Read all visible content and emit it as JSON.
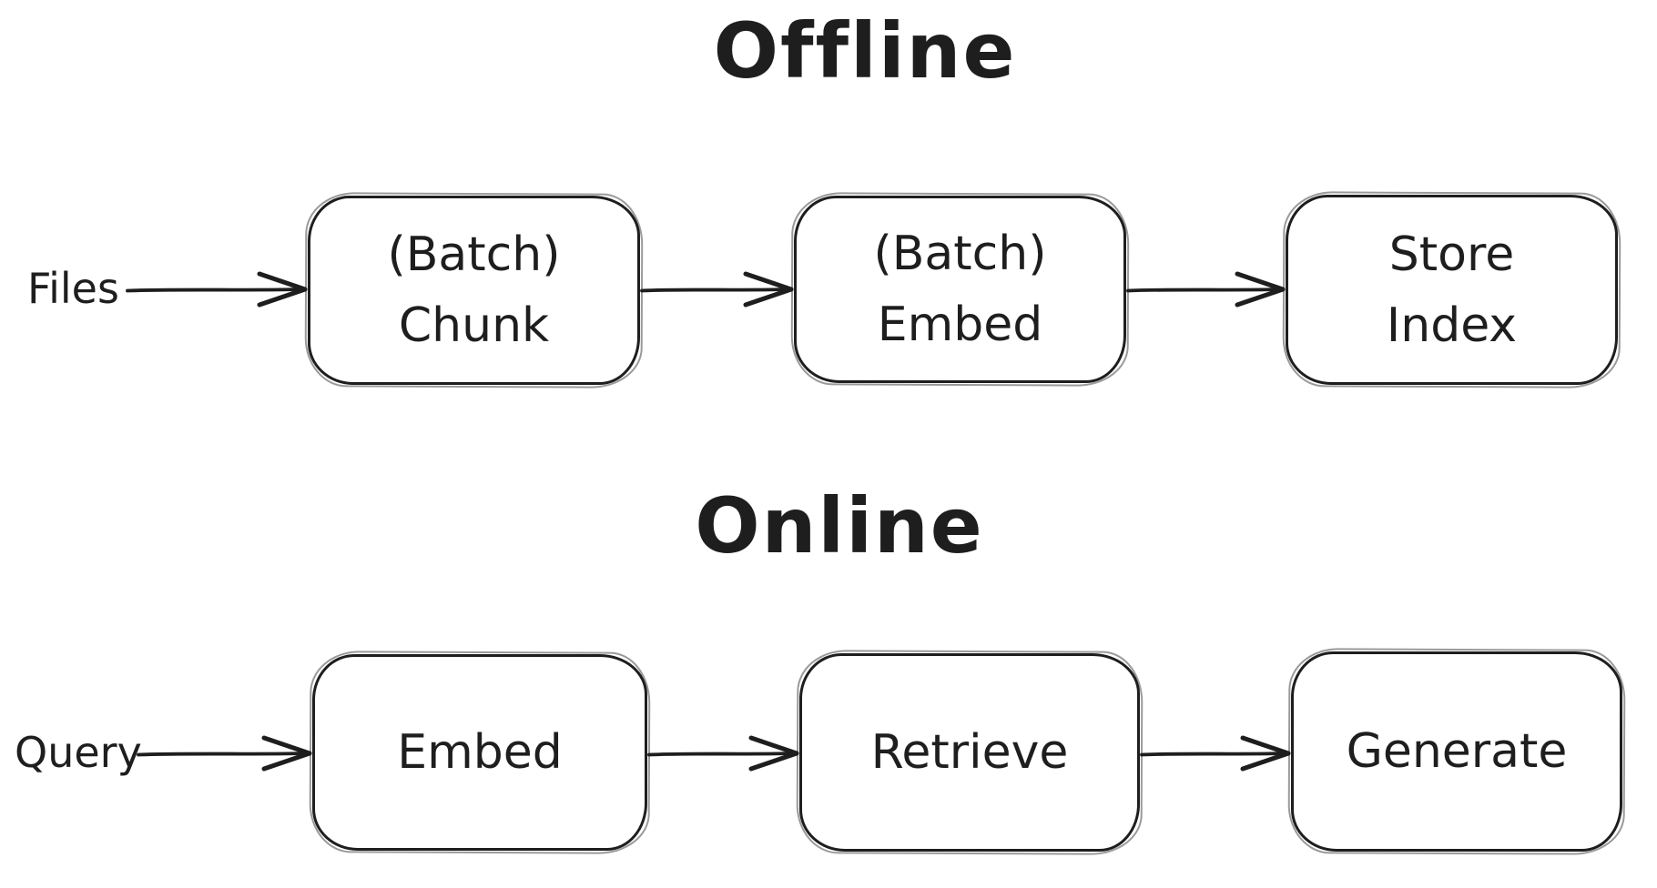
{
  "diagram": {
    "background": "#ffffff",
    "stroke_color": "#1e1e1e",
    "sections": [
      {
        "title": "Offline",
        "source_label": "Files",
        "nodes": [
          {
            "lines": [
              "(Batch)",
              "Chunk"
            ]
          },
          {
            "lines": [
              "(Batch)",
              "Embed"
            ]
          },
          {
            "lines": [
              "Store",
              "Index"
            ]
          }
        ]
      },
      {
        "title": "Online",
        "source_label": "Query",
        "nodes": [
          {
            "lines": [
              "Embed"
            ]
          },
          {
            "lines": [
              "Retrieve"
            ]
          },
          {
            "lines": [
              "Generate"
            ]
          }
        ]
      }
    ]
  }
}
